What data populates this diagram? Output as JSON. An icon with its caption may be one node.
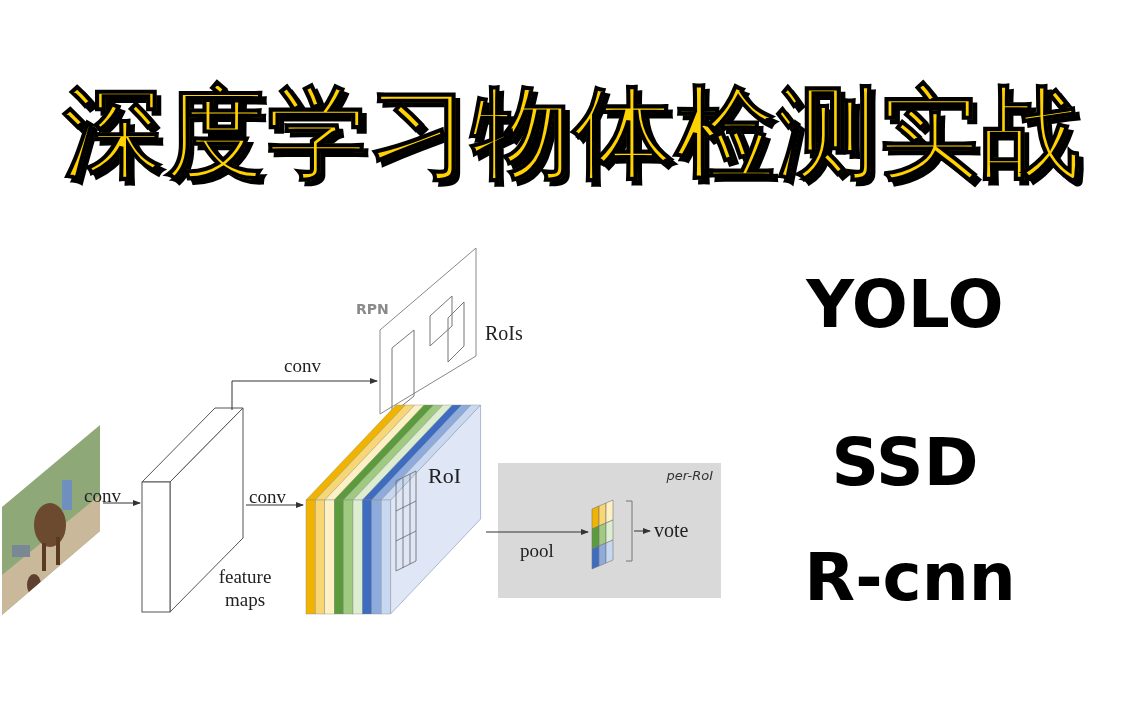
{
  "diagram": {
    "title": "深度学习物体检测实战",
    "nodes": [
      {
        "text": [],
        "shape": "picture"
      },
      {
        "text": [],
        "shape": "box",
        "beside": [
          "feature maps"
        ]
      },
      {
        "text": [
          "RPN",
          "RoIs"
        ]
      },
      {
        "text": [
          "RoI"
        ]
      },
      {
        "text": [
          "per-RoI"
        ]
      },
      {
        "text": [],
        "shape": "box",
        "in": 4
      },
      {
        "text": [
          "vote"
        ],
        "in": 4
      }
    ],
    "edges": [
      {
        "from": 0,
        "to": 1,
        "arrow": "to",
        "label": "conv"
      },
      {
        "from": 1,
        "to": 2,
        "arrow": "to",
        "label": "conv"
      },
      {
        "from": 1,
        "to": 3,
        "arrow": "to",
        "label": "conv"
      },
      {
        "from": 3,
        "to": 5,
        "arrow": "to",
        "label": "pool"
      },
      {
        "from": 5,
        "to": 6,
        "arrow": "to"
      }
    ],
    "labels": [
      "YOLO",
      "SSD",
      "R-cnn"
    ]
  }
}
